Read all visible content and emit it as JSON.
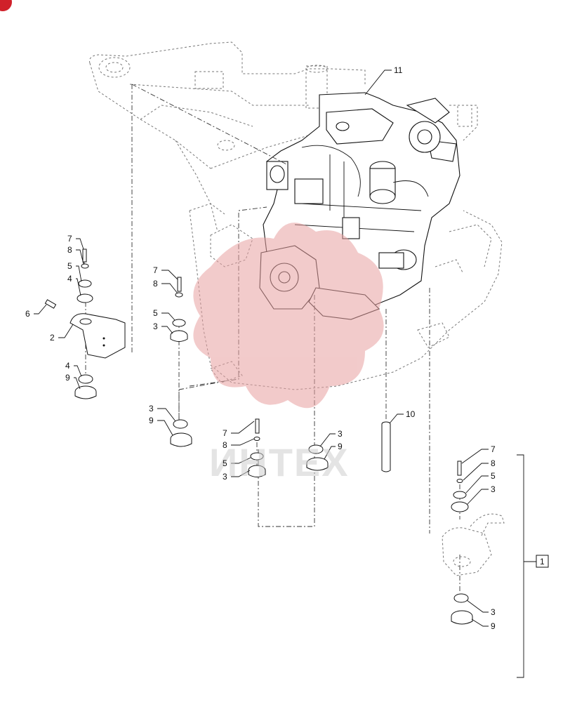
{
  "callouts": {
    "c11": "11",
    "c7a": "7",
    "c8a": "8",
    "c5a": "5",
    "c4a": "4",
    "c6": "6",
    "c2": "2",
    "c4b": "4",
    "c9a": "9",
    "c7b": "7",
    "c8b": "8",
    "c5b": "5",
    "c3a": "3",
    "c3b": "3",
    "c9b": "9",
    "c7c": "7",
    "c8c": "8",
    "c5c": "5",
    "c3c": "3",
    "c3d": "3",
    "c9c": "9",
    "c10": "10",
    "c7d": "7",
    "c8d": "8",
    "c5d": "5",
    "c3e": "3",
    "c1": "1",
    "c3f": "3",
    "c9d": "9"
  },
  "watermark": {
    "text": "ИНТЕХ"
  },
  "colors": {
    "line": "#111111",
    "watermark_red": "#e8a0a0",
    "watermark_gray": "#cfcfcf",
    "corner_badge": "#d0202a"
  }
}
